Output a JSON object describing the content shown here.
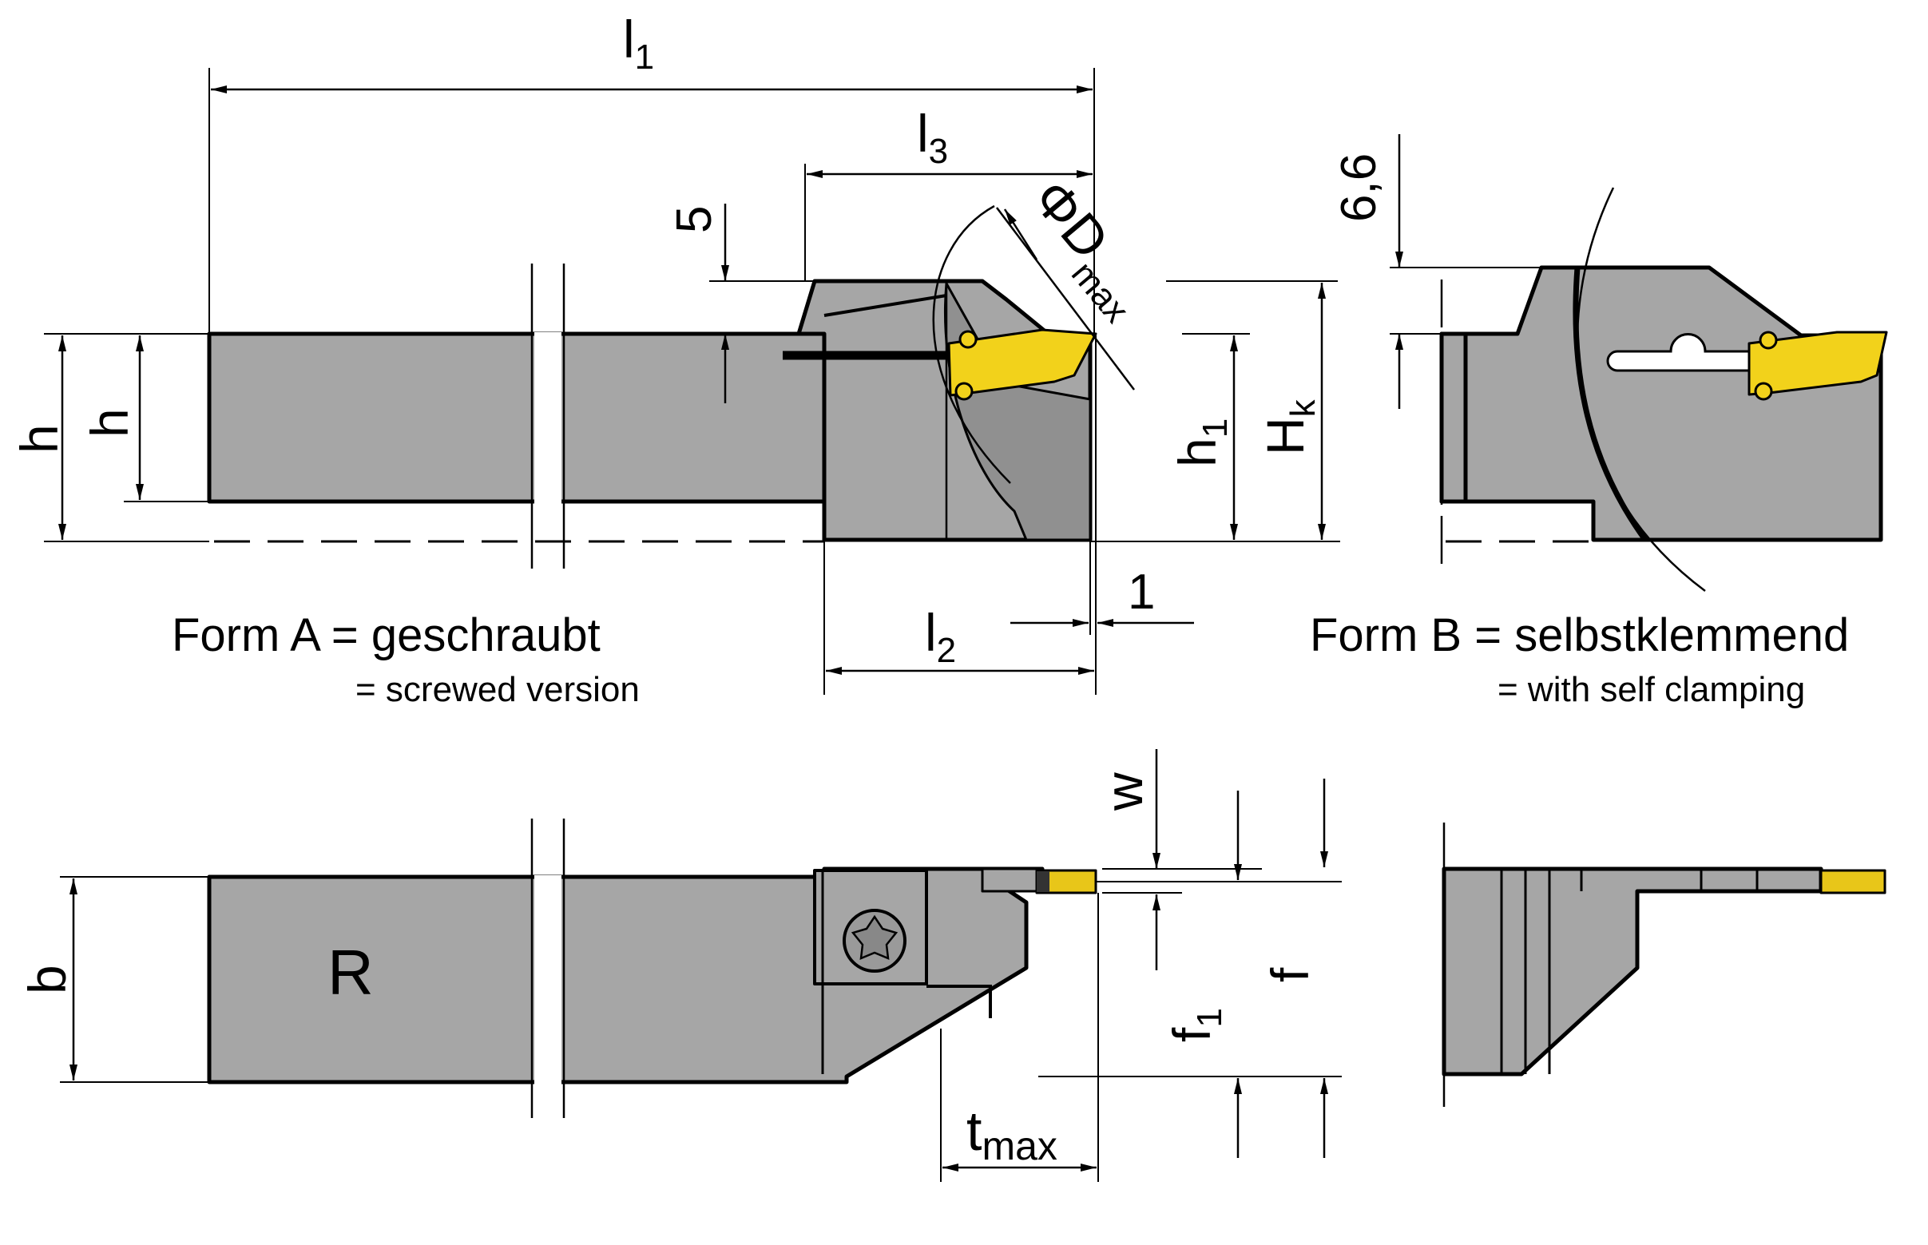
{
  "top_view_form_a": {
    "dim_l1": "l",
    "dim_l1_sub": "1",
    "dim_l3": "l",
    "dim_l3_sub": "3",
    "dim_l2": "l",
    "dim_l2_sub": "2",
    "dim_5": "5",
    "dim_1": "1",
    "dim_h_outer": "h",
    "dim_h_inner": "h",
    "dim_h1": "h",
    "dim_h1_sub": "1",
    "dim_hk": "H",
    "dim_hk_sub": "k",
    "dim_dmax": "ΦD",
    "dim_dmax_sub": "max"
  },
  "top_view_form_b": {
    "dim_66": "6,6"
  },
  "captions": {
    "form_a_de": "Form A = geschraubt",
    "form_a_en": "=  screwed version",
    "form_b_de": "Form B = selbstklemmend",
    "form_b_en": "=  with self clamping"
  },
  "bottom_view": {
    "hand_label": "R",
    "dim_b": "b",
    "dim_w": "w",
    "dim_f1": "f",
    "dim_f1_sub": "1",
    "dim_f": "f",
    "dim_tmax": "t",
    "dim_tmax_sub": "max"
  },
  "colors": {
    "tool_body": "#a6a6a6",
    "insert": "#f2d21b",
    "line": "#000000"
  }
}
